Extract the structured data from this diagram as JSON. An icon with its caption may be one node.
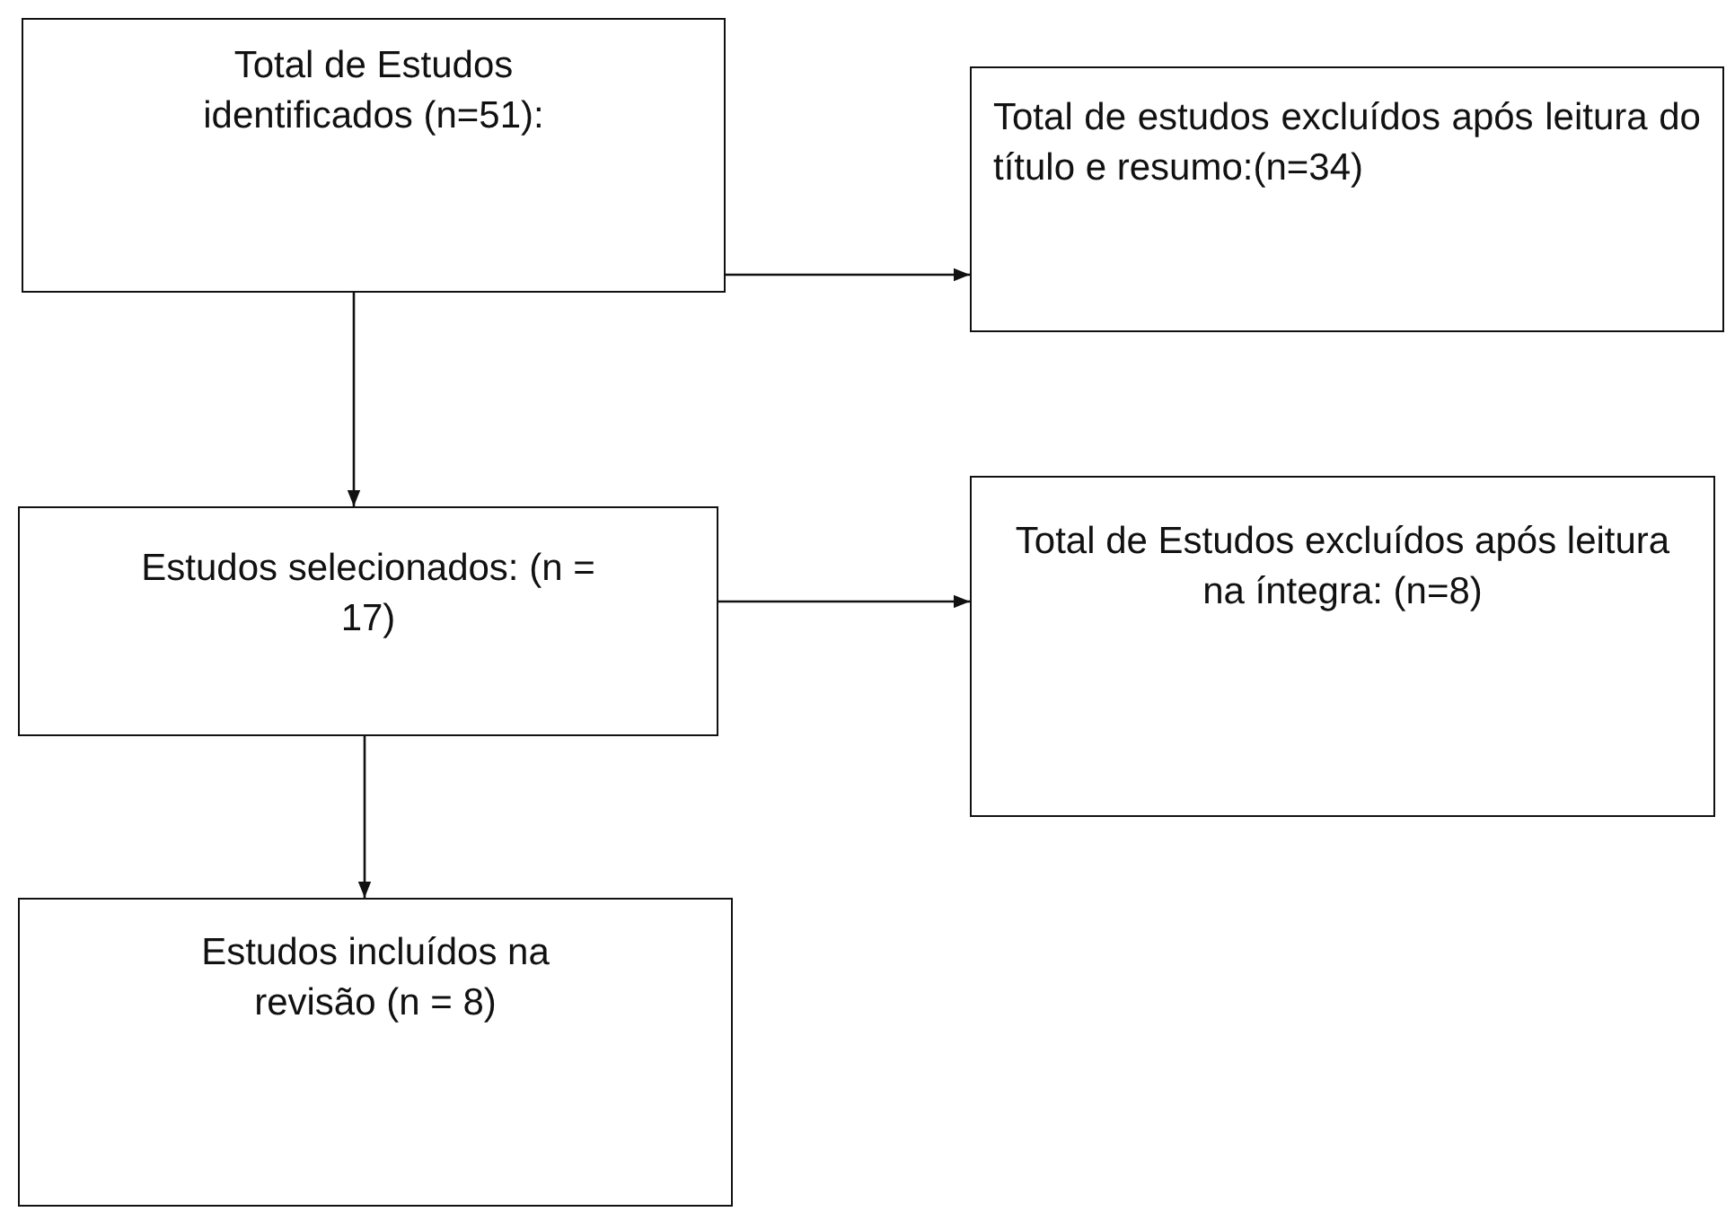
{
  "diagram": {
    "nodes": [
      {
        "text": [
          "Total de Estudos identificados (n=51):"
        ]
      },
      {
        "text": [
          "Total de estudos excluídos após leitura do título e resumo:(n=34)"
        ]
      },
      {
        "text": [
          "Estudos selecionados: (n = 17)"
        ]
      },
      {
        "text": [
          "Total de Estudos excluídos após leitura na íntegra: (n=8)"
        ]
      },
      {
        "text": [
          "Estudos incluídos na revisão (n = 8)"
        ]
      }
    ],
    "edges": [
      {
        "from": 0,
        "to": 1,
        "arrow": "to"
      },
      {
        "from": 0,
        "to": 2,
        "arrow": "to"
      },
      {
        "from": 2,
        "to": 3,
        "arrow": "to"
      },
      {
        "from": 2,
        "to": 4,
        "arrow": "to"
      }
    ]
  }
}
